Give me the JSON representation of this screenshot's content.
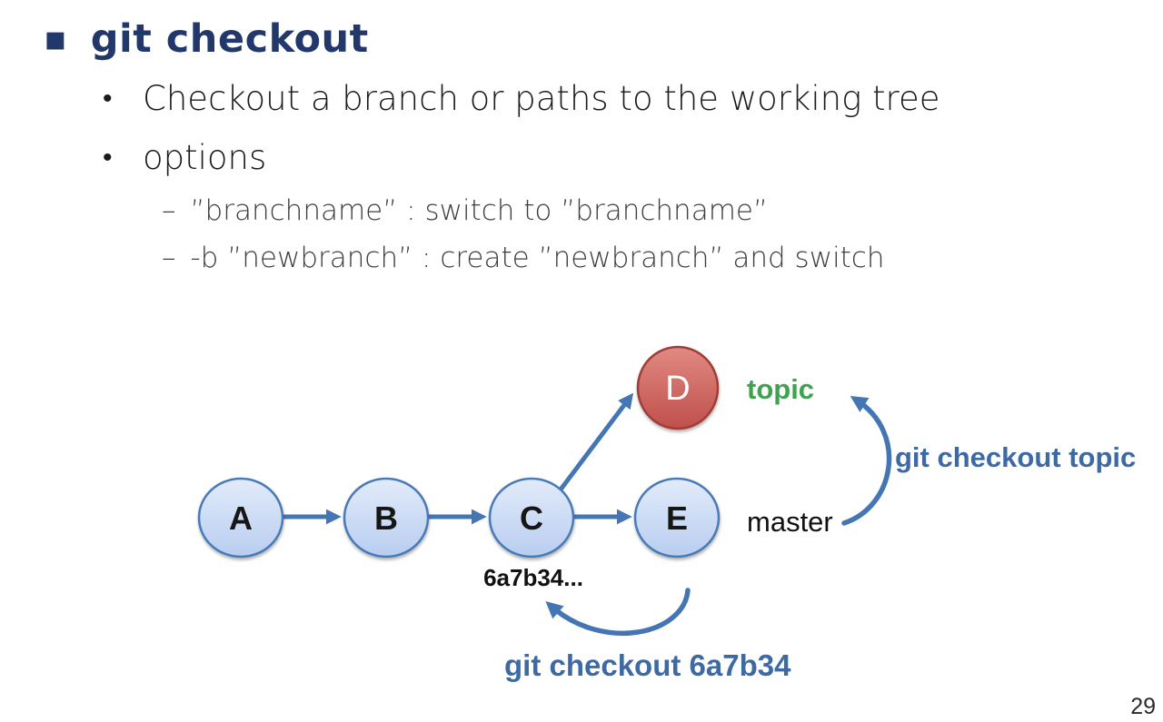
{
  "slide": {
    "title": "git checkout",
    "title_marker": "▪",
    "bullet_marker": "•",
    "dash_marker": "–",
    "bullets": [
      "Checkout a branch or paths to the working tree",
      "options"
    ],
    "sub_bullets": [
      "”branchname” : switch to ”branchname”",
      "-b ”newbranch” : create ”newbranch” and switch"
    ],
    "page_number": "29"
  },
  "diagram": {
    "node_labels": [
      "A",
      "B",
      "C",
      "D",
      "E"
    ],
    "labels": {
      "topic_branch": "topic",
      "master_branch": "master",
      "commit_hash": "6a7b34...",
      "cmd_checkout_topic": "git checkout topic",
      "cmd_checkout_hash": "git checkout 6a7b34"
    },
    "edges": [
      "A→B",
      "B→C",
      "C→E",
      "C→D"
    ],
    "command_arrows": [
      "master→topic (git checkout topic)",
      "E→6a7b34 (git checkout 6a7b34)"
    ],
    "colors": {
      "title_navy": "#22386b",
      "body_text": "#1b1b1b",
      "sub_text": "#3e3e3e",
      "node_blue_fill_top": "#e2ebfa",
      "node_blue_fill_bottom": "#b8cdf0",
      "node_blue_border": "#4a7ab8",
      "node_red_fill_top": "#e18a81",
      "node_red_fill_bottom": "#bf4f4c",
      "node_red_border": "#a03c38",
      "arrow_blue": "#4576b4",
      "command_text_blue": "#3d6aa5",
      "branch_green": "#3fa24f",
      "branch_black": "#111111",
      "node_letter_dark": "#161616",
      "node_letter_light": "#ffffff"
    }
  }
}
